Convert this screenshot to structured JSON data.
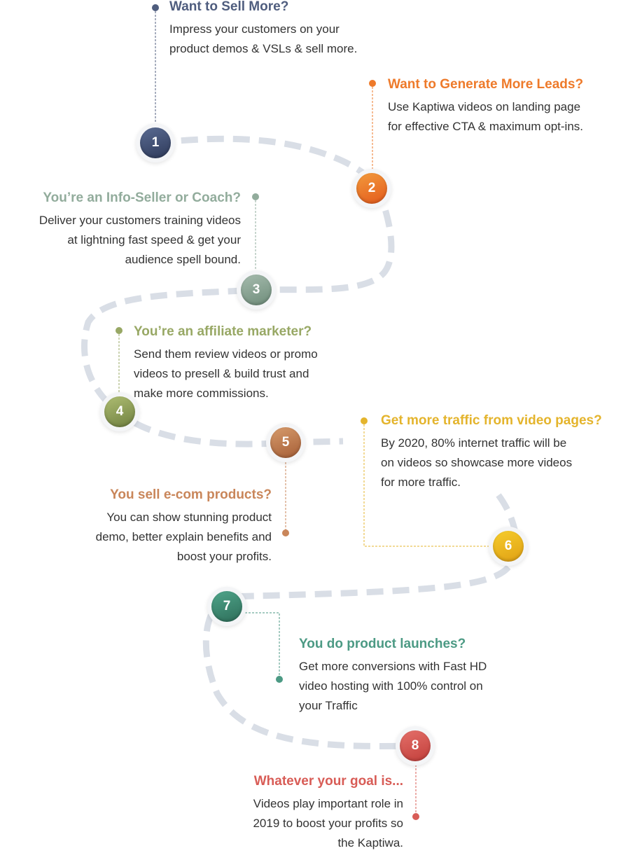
{
  "steps": [
    {
      "number": "1",
      "title": "Want to Sell More?",
      "desc": [
        "Impress your customers on your",
        "product demos & VSLs & sell more."
      ],
      "color": "#4f5d7e",
      "gradient": [
        "#5a6b92",
        "#2e3a5a"
      ]
    },
    {
      "number": "2",
      "title": "Want to Generate More Leads?",
      "desc": [
        "Use Kaptiwa videos on landing page",
        "for effective CTA & maximum opt-ins."
      ],
      "color": "#ee7a2a",
      "gradient": [
        "#f29a3c",
        "#e45a1c"
      ]
    },
    {
      "number": "3",
      "title": "You’re an Info-Seller or Coach?",
      "desc": [
        "Deliver your customers training videos",
        "at lightning fast speed & get your",
        "audience spell bound."
      ],
      "color": "#92ac9c",
      "gradient": [
        "#a6bcae",
        "#6e8c7a"
      ]
    },
    {
      "number": "4",
      "title": "You’re an affiliate marketer?",
      "desc": [
        "Send them review videos or promo",
        "videos to presell & build trust and",
        "make more commissions."
      ],
      "color": "#98a865",
      "gradient": [
        "#aebd72",
        "#6f8040"
      ]
    },
    {
      "number": "5",
      "title": "You sell e-com products?",
      "desc": [
        "You can show stunning product",
        "demo, better explain benefits and",
        "boost your profits."
      ],
      "color": "#c9865a",
      "gradient": [
        "#d69b6c",
        "#a65e36"
      ]
    },
    {
      "number": "6",
      "title": "Get more traffic from video pages?",
      "desc": [
        "By 2020, 80% internet traffic will be",
        "on videos so showcase more videos",
        "for more traffic."
      ],
      "color": "#e4b42c",
      "gradient": [
        "#f6cd2c",
        "#e0a014"
      ]
    },
    {
      "number": "7",
      "title": "You do product launches?",
      "desc": [
        "Get more conversions with Fast HD",
        "video hosting with 100% control on",
        "your Traffic"
      ],
      "color": "#4c9a84",
      "gradient": [
        "#4fa58a",
        "#2e6e5a"
      ]
    },
    {
      "number": "8",
      "title": "Whatever your goal is...",
      "desc": [
        "Videos play important role in",
        "2019 to boost your profits so",
        "the Kaptiwa."
      ],
      "color": "#d85c56",
      "gradient": [
        "#e4706a",
        "#c23e3a"
      ]
    }
  ],
  "path_color": "#d9dee6"
}
